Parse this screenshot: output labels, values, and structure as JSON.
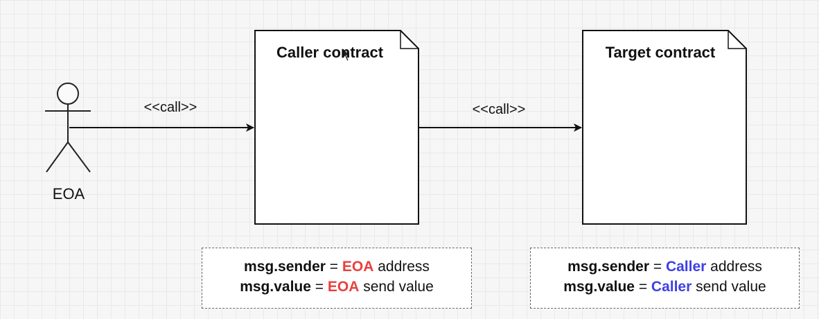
{
  "actor": {
    "label": "EOA"
  },
  "nodes": {
    "caller": {
      "title": "Caller contract"
    },
    "target": {
      "title": "Target contract"
    }
  },
  "edges": {
    "eoa_to_caller": {
      "label": "<<call>>"
    },
    "caller_to_target": {
      "label": "<<call>>"
    }
  },
  "notes": {
    "caller": {
      "line1": {
        "key": "msg.sender",
        "eq": " = ",
        "who": "EOA",
        "rest": " address"
      },
      "line2": {
        "key": "msg.value",
        "eq": " = ",
        "who": "EOA",
        "rest": " send value"
      },
      "highlight_color": "#e8403f"
    },
    "target": {
      "line1": {
        "key": "msg.sender",
        "eq": " = ",
        "who": "Caller",
        "rest": " address"
      },
      "line2": {
        "key": "msg.value",
        "eq": " = ",
        "who": "Caller",
        "rest": " send value"
      },
      "highlight_color": "#3d3fe4"
    }
  }
}
